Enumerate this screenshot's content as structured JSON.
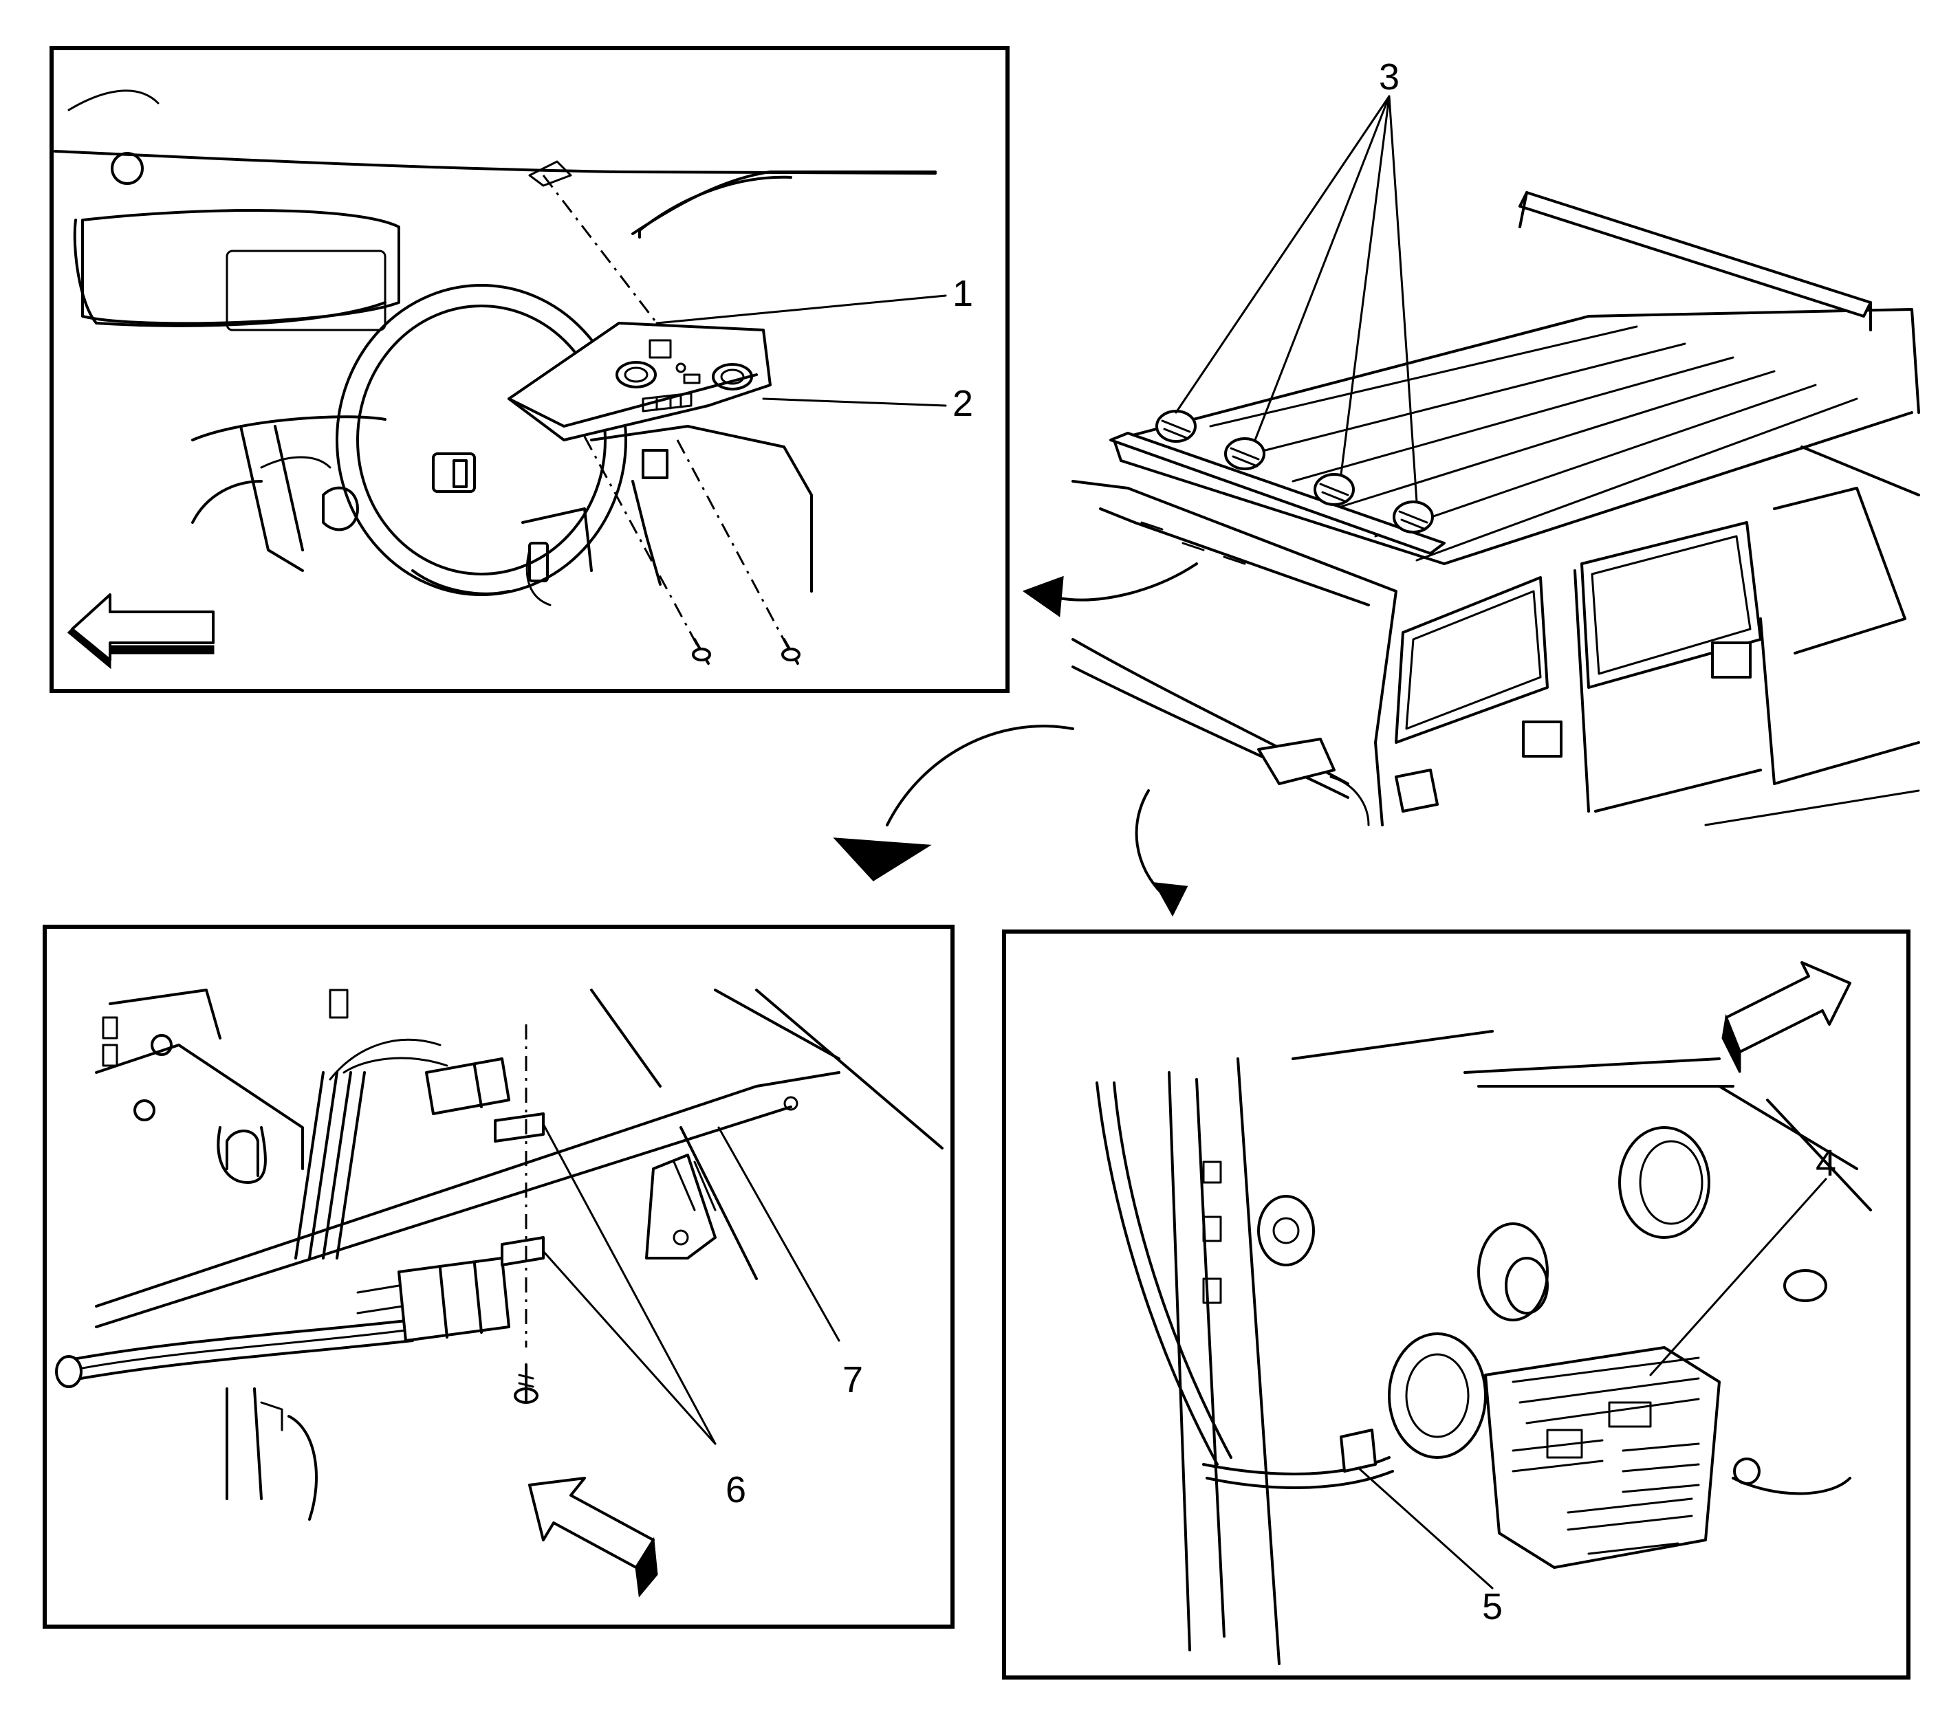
{
  "figure": {
    "callouts": [
      "1",
      "2",
      "3",
      "4",
      "5",
      "6",
      "7"
    ]
  }
}
